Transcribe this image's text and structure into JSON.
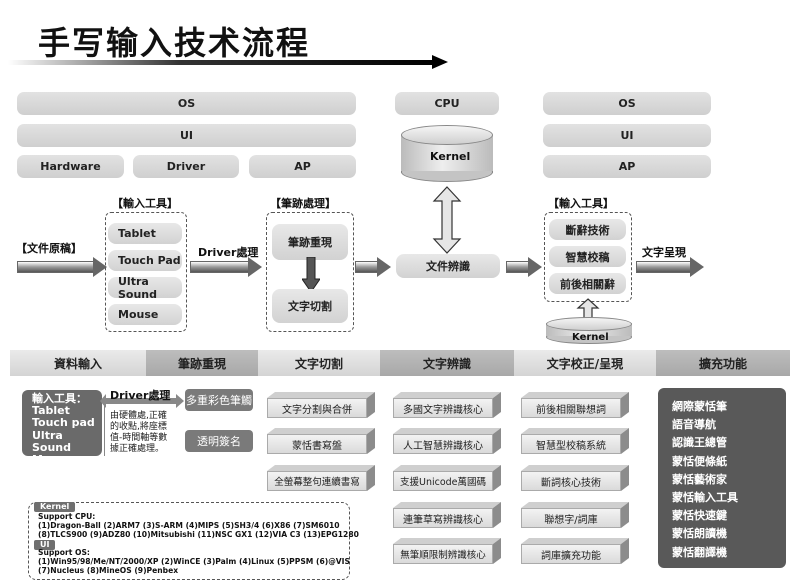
{
  "title": "手写输入技术流程",
  "left_stack": {
    "os": "OS",
    "ui": "UI",
    "hardware": "Hardware",
    "driver": "Driver",
    "ap": "AP"
  },
  "center_stack": {
    "cpu": "CPU",
    "kernel": "Kernel"
  },
  "right_stack": {
    "os": "OS",
    "ui": "UI",
    "ap": "AP"
  },
  "flow": {
    "doc_source": "【文件原稿】",
    "input_tools_title": "【輸入工具】",
    "input_tools": [
      "Tablet",
      "Touch Pad",
      "Ultra Sound",
      "Mouse"
    ],
    "driver_process": "Driver處理",
    "stroke_title": "【筆跡處理】",
    "stroke_redraw": "筆跡重現",
    "text_cut": "文字切割",
    "doc_recognition": "文件辨識",
    "output_tools_title": "【輸入工具】",
    "output_tools": [
      "斷辭技術",
      "智慧校稿",
      "前後相關辭"
    ],
    "kernel_bottom": "Kernel",
    "text_present": "文字呈現"
  },
  "band": [
    "資料輸入",
    "筆跡重現",
    "文字切割",
    "文字辨識",
    "文字校正/呈現",
    "擴充功能"
  ],
  "data_input": {
    "lines": [
      "輸入工具：",
      "Tablet",
      "Touch pad",
      "Ultra Sound",
      "Mouse"
    ],
    "driver_label": "Driver處理",
    "driver_desc": [
      "由硬體處,正確",
      "的收點,將座標",
      "值-時間軸等數",
      "據正確處理。"
    ]
  },
  "stroke_redraw_items": [
    "多重彩色筆觸",
    "透明簽名"
  ],
  "text_cut_items": [
    "文字分割與合併",
    "蒙恬書寫盤",
    "全螢幕整句連續書寫"
  ],
  "text_recog_items": [
    "多國文字辨識核心",
    "人工智慧辨識核心",
    "支援Unicode萬國碼",
    "連筆草寫辨識核心",
    "無筆順限制辨識核心"
  ],
  "correction_items": [
    "前後相關聯想詞",
    "智慧型校稿系統",
    "斷詞核心技術",
    "聯想字/詞庫",
    "詞庫擴充功能"
  ],
  "extensions": [
    "網際蒙恬筆",
    "語音導航",
    "認識王總管",
    "蒙恬便條紙",
    "蒙恬藝術家",
    "蒙恬輸入工具",
    "蒙恬快速鍵",
    "蒙恬朗讀機",
    "蒙恬翻譯機"
  ],
  "notes": {
    "kernel_tag": "Kernel",
    "cpu_title": "Support CPU:",
    "cpu_lines": [
      "(1)Dragon-Ball (2)ARM7 (3)S-ARM (4)MIPS (5)SH3/4 (6)X86 (7)SM6010",
      "(8)TLCS900 (9)ADZ80 (10)Mitsubishi (11)NSC GX1 (12)VIA C3 (13)EPG1280"
    ],
    "ui_tag": "UI",
    "os_title": "Support OS:",
    "os_lines": [
      "(1)Win95/98/Me/NT/2000/XP (2)WinCE (3)Palm (4)Linux (5)PPSM (6)@VIS",
      "(7)Nucleus (8)MineOS (9)Penbex"
    ]
  }
}
